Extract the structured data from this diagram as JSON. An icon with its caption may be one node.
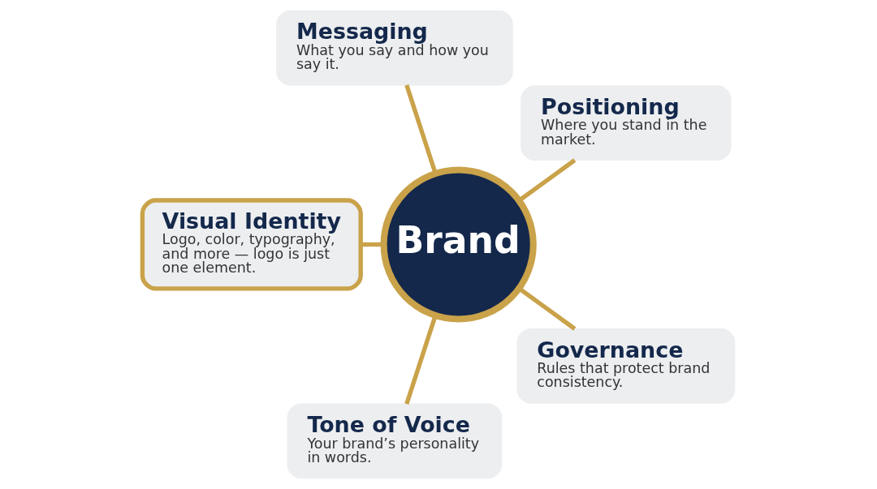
{
  "diagram": {
    "nodes": [
      {
        "text": [
          "Brand"
        ]
      },
      {
        "text": [
          "Positioning",
          "Where you stand in the market."
        ]
      },
      {
        "text": [
          "Messaging",
          "What you say and how you say it."
        ]
      },
      {
        "text": [
          "Visual Identity",
          "Logo, color, typography, and more — logo is just one element."
        ]
      },
      {
        "text": [
          "Tone of Voice",
          "Your brand’s personality in words."
        ]
      },
      {
        "text": [
          "Governance",
          "Rules that protect brand consistency."
        ]
      }
    ],
    "edges": [
      {
        "from": 0,
        "to": 1,
        "arrow": "none"
      },
      {
        "from": 0,
        "to": 2,
        "arrow": "none"
      },
      {
        "from": 0,
        "to": 3,
        "arrow": "none"
      },
      {
        "from": 0,
        "to": 4,
        "arrow": "none"
      },
      {
        "from": 0,
        "to": 5,
        "arrow": "none"
      }
    ]
  }
}
